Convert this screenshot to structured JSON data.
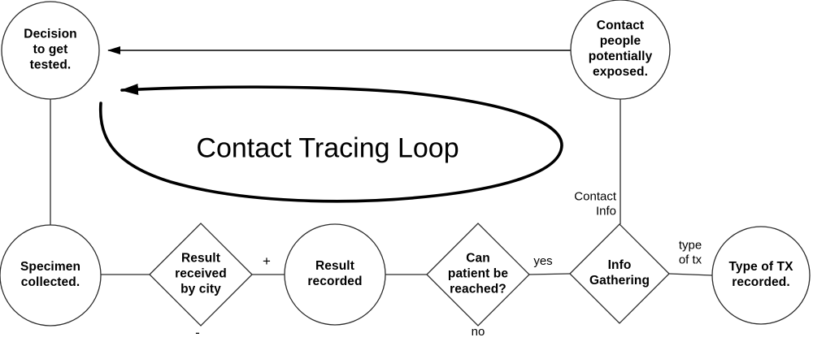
{
  "diagram": {
    "loop_title": "Contact Tracing Loop",
    "nodes": {
      "decision": "Decision\nto get\ntested.",
      "contact_people": "Contact\npeople\npotentially\nexposed.",
      "specimen": "Specimen\ncollected.",
      "result_received": "Result\nreceived\nby city",
      "result_recorded": "Result\nrecorded",
      "can_reach": "Can\npatient be\nreached?",
      "info_gathering": "Info\nGathering",
      "type_tx": "Type of TX\nrecorded."
    },
    "edge_labels": {
      "plus": "+",
      "minus": "-",
      "yes": "yes",
      "no": "no",
      "contact_info": "Contact\nInfo",
      "type_of_tx": "type\nof tx"
    },
    "colors": {
      "background": "#ffffff",
      "shape_stroke": "#2b2b2b",
      "arrow_stroke": "#000000",
      "text": "#000000"
    }
  }
}
